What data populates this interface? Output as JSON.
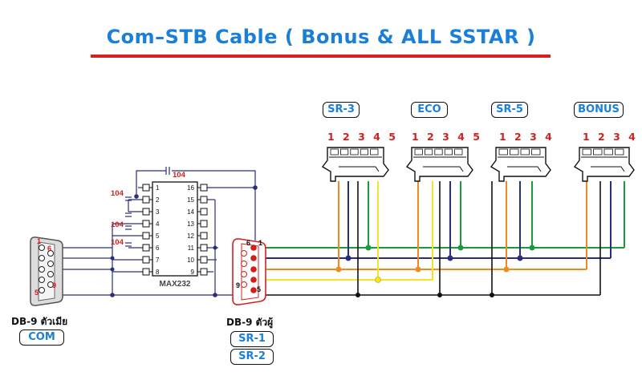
{
  "title": "Com–STB Cable ( Bonus & ALL SSTAR )",
  "receivers": [
    {
      "name": "SR-3",
      "pins": "1 2 3 4 5"
    },
    {
      "name": "ECO",
      "pins": "1 2 3 4 5"
    },
    {
      "name": "SR-5",
      "pins": "1 2 3 4"
    },
    {
      "name": "BONUS",
      "pins": "1 2 3 4"
    }
  ],
  "ic": {
    "name": "MAX232",
    "left_pins": [
      "1",
      "2",
      "3",
      "4",
      "5",
      "6",
      "7",
      "8"
    ],
    "right_pins": [
      "16",
      "15",
      "14",
      "13",
      "12",
      "11",
      "10",
      "9"
    ]
  },
  "capacitor_value": "104",
  "db9_female": {
    "label": "DB-9 ตัวเมีย",
    "box": "COM",
    "pins": {
      "p1": "1",
      "p5": "5",
      "p6": "6",
      "p9": "9"
    }
  },
  "db9_male": {
    "label": "DB-9 ตัวผู้",
    "boxes": [
      "SR-1",
      "SR-2"
    ],
    "pins": {
      "p1": "1",
      "p5": "5",
      "p6": "6",
      "p9": "9"
    }
  },
  "colors": {
    "title": "#1a7fd6",
    "underline": "#d8201e",
    "green": "#1a9a3c",
    "navy": "#2a2d7a",
    "orange": "#ef8a1c",
    "yellow": "#f2e52a",
    "black": "#111111",
    "pin_number": "#d0201e"
  }
}
